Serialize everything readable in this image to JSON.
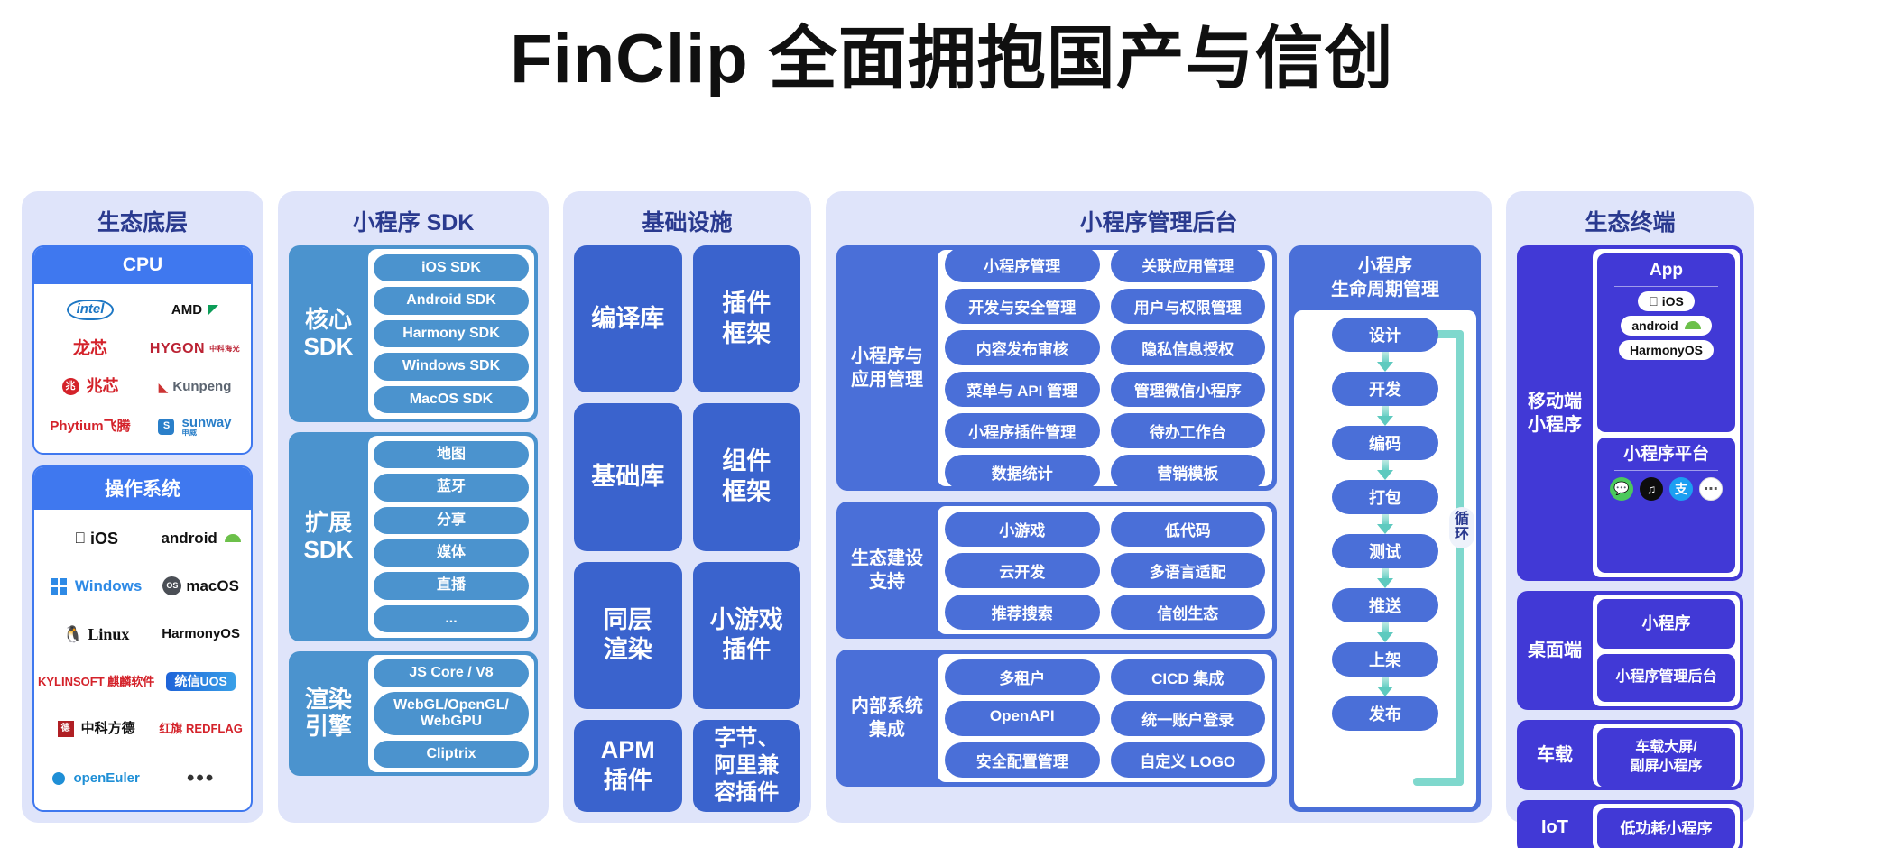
{
  "title": "FinClip 全面拥抱国产与信创",
  "colors": {
    "panel_bg": "#dfe4fa",
    "panel_title": "#2a3a8f",
    "eco_blue": "#3f78ef",
    "sdk_blue": "#4b93ce",
    "infra_blue": "#3a63cd",
    "admin_blue": "#4a6fd8",
    "terminal_blue": "#4139d6",
    "loop_teal": "#7fd8cd"
  },
  "columns": {
    "eco_base": {
      "title": "生态底层",
      "boxes": [
        {
          "header": "CPU",
          "logos": [
            {
              "name": "intel",
              "label": "intel"
            },
            {
              "name": "amd",
              "label": "AMD"
            },
            {
              "name": "loongson",
              "label": "龙芯"
            },
            {
              "name": "hygon",
              "label": "HYGON",
              "sub": "中科海光"
            },
            {
              "name": "zhaoxin",
              "label": "兆芯"
            },
            {
              "name": "kunpeng",
              "label": "Kunpeng"
            },
            {
              "name": "phytium",
              "label": "Phytium飞腾"
            },
            {
              "name": "sunway",
              "label": "sunway",
              "sub": "申威"
            }
          ]
        },
        {
          "header": "操作系统",
          "logos": [
            {
              "name": "ios",
              "label": "iOS"
            },
            {
              "name": "android",
              "label": "android"
            },
            {
              "name": "windows",
              "label": "Windows"
            },
            {
              "name": "macos",
              "label": "macOS"
            },
            {
              "name": "linux",
              "label": "Linux"
            },
            {
              "name": "harmonyos",
              "label": "HarmonyOS"
            },
            {
              "name": "kylinsoft",
              "label": "KYLINSOFT 麒麟软件"
            },
            {
              "name": "uos",
              "label": "统信UOS"
            },
            {
              "name": "zhongke-fangde",
              "label": "中科方德"
            },
            {
              "name": "redflag",
              "label": "红旗 REDFLAG"
            },
            {
              "name": "openeuler",
              "label": "openEuler"
            },
            {
              "name": "more",
              "label": "•••"
            }
          ]
        }
      ]
    },
    "sdk": {
      "title": "小程序 SDK",
      "blocks": [
        {
          "label": "核心\nSDK",
          "label_lines": [
            "核心",
            "SDK"
          ],
          "items": [
            "iOS SDK",
            "Android SDK",
            "Harmony SDK",
            "Windows SDK",
            "MacOS SDK"
          ]
        },
        {
          "label_lines": [
            "扩展",
            "SDK"
          ],
          "items": [
            "地图",
            "蓝牙",
            "分享",
            "媒体",
            "直播",
            "..."
          ]
        },
        {
          "label_lines": [
            "渲染",
            "引擎"
          ],
          "items": [
            "JS Core / V8",
            "WebGL/OpenGL/\nWebGPU",
            "Cliptrix"
          ]
        }
      ]
    },
    "infra": {
      "title": "基础设施",
      "cards": [
        {
          "lines": [
            "编译库"
          ]
        },
        {
          "lines": [
            "插件",
            "框架"
          ]
        },
        {
          "lines": [
            "基础库"
          ]
        },
        {
          "lines": [
            "组件",
            "框架"
          ]
        },
        {
          "lines": [
            "同层",
            "渲染"
          ]
        },
        {
          "lines": [
            "小游戏",
            "插件"
          ]
        },
        {
          "lines": [
            "APM",
            "插件"
          ]
        },
        {
          "lines": [
            "字节、",
            "阿里兼",
            "容插件"
          ]
        }
      ]
    },
    "admin": {
      "title": "小程序管理后台",
      "groups": [
        {
          "label_lines": [
            "小程序与",
            "应用管理"
          ],
          "items": [
            "小程序管理",
            "关联应用管理",
            "开发与安全管理",
            "用户与权限管理",
            "内容发布审核",
            "隐私信息授权",
            "菜单与 API 管理",
            "管理微信小程序",
            "小程序插件管理",
            "待办工作台",
            "数据统计",
            "营销模板"
          ]
        },
        {
          "label_lines": [
            "生态建设",
            "支持"
          ],
          "items": [
            "小游戏",
            "低代码",
            "云开发",
            "多语言适配",
            "推荐搜索",
            "信创生态"
          ]
        },
        {
          "label_lines": [
            "内部系统",
            "集成"
          ],
          "items": [
            "多租户",
            "CICD 集成",
            "OpenAPI",
            "统一账户登录",
            "安全配置管理",
            "自定义 LOGO"
          ]
        }
      ],
      "lifecycle": {
        "title_lines": [
          "小程序",
          "生命周期管理"
        ],
        "steps": [
          "设计",
          "开发",
          "编码",
          "打包",
          "测试",
          "推送",
          "上架",
          "发布"
        ],
        "loop_label_lines": [
          "循",
          "环"
        ]
      }
    },
    "terminal": {
      "title": "生态终端",
      "rows": [
        {
          "label_lines": [
            "移动端",
            "小程序"
          ],
          "cards": [
            {
              "title": "App",
              "chips": [
                "iOS",
                "android",
                "HarmonyOS"
              ]
            },
            {
              "title": "小程序平台",
              "icons": [
                "wechat",
                "douyin",
                "alipay",
                "more"
              ]
            }
          ]
        },
        {
          "label_lines": [
            "桌面端"
          ],
          "plain": [
            "小程序",
            "小程序管理后台"
          ]
        },
        {
          "label_lines": [
            "车载"
          ],
          "plain": [
            "车载大屏/\n副屏小程序"
          ]
        },
        {
          "label_lines": [
            "IoT"
          ],
          "plain": [
            "低功耗小程序"
          ]
        }
      ]
    }
  }
}
